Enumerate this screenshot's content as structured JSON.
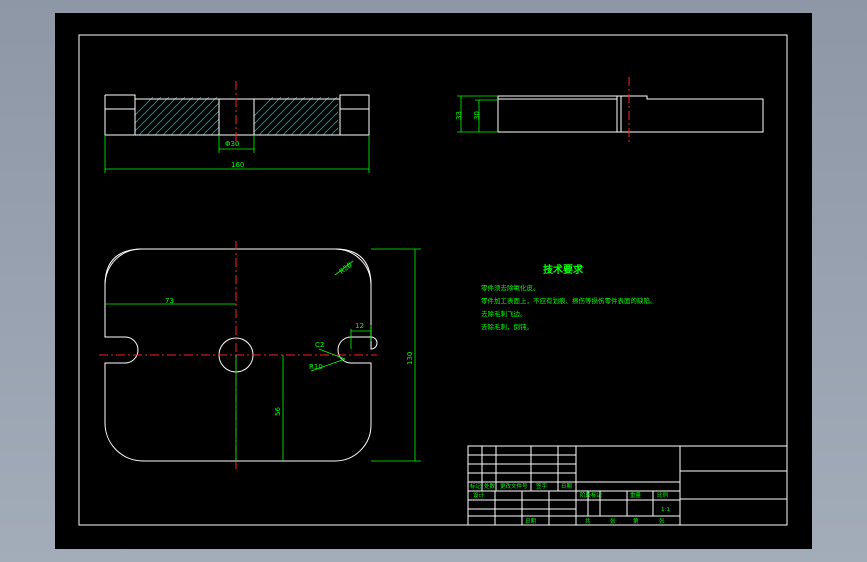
{
  "drawing": {
    "dimensions": {
      "bore_dia": "Φ30",
      "overall_length": "160",
      "height_total": "33",
      "height_inner": "30",
      "half_length": "73",
      "corner_radius": "R20",
      "slot_width": "12",
      "chamfer_c": "C2",
      "slot_radius": "R10",
      "half_height": "56",
      "overall_width": "130"
    },
    "technical_requirements": {
      "title": "技术要求",
      "lines": [
        "零件须去除氧化皮。",
        "零件加工表面上，不应有划痕、擦伤等损伤零件表面的缺陷。",
        "去除毛刺飞边。",
        "去除毛刺，倒钝。"
      ]
    },
    "title_block": {
      "mark": "标记",
      "count": "处数",
      "doc_no": "更改文件号",
      "signature": "签字",
      "date": "日期",
      "design": "设计",
      "stage_mark": "阶段标记",
      "weight": "重量",
      "ratio": "比例",
      "scale": "1:1",
      "sheet_total": "共",
      "sheet_word": "张",
      "sheet_no": "第",
      "approve": "日期"
    }
  }
}
